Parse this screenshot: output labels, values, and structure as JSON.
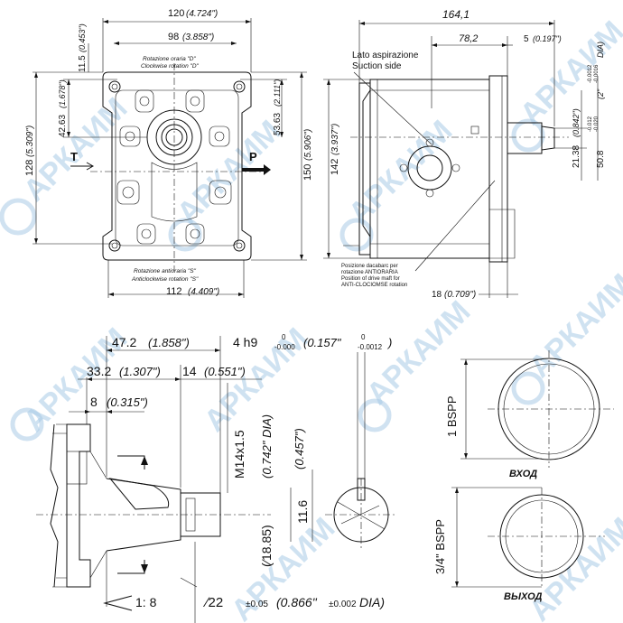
{
  "watermark": {
    "text": "АРКАИМ",
    "color": "#a9cbe6"
  },
  "front_view": {
    "width_label": "120",
    "width_label_in": "(4.724\")",
    "inner_width_label": "98",
    "inner_width_label_in": "(3.858\")",
    "bottom_width_label": "112",
    "bottom_width_label_in": "(4.409\")",
    "top_offset": "11.5",
    "top_offset_in": "(0.453\")",
    "h42": "42.63",
    "h42_in": "(1.678\")",
    "h128": "128",
    "h128_in": "(5.309\")",
    "h53": "53.63",
    "h53_in": "(2.111\")",
    "h150": "150",
    "h150_in": "(5.906\")",
    "rot_cw_it": "Rotazione oraria \"D\"",
    "rot_cw_en": "Clockwise rotation \"D\"",
    "rot_ccw_it": "Rotazione antioraria \"S\"",
    "rot_ccw_en": "Anticlockwise rotation \"S\"",
    "port_T": "T",
    "port_P": "P"
  },
  "side_view": {
    "total_len": "164,1",
    "len78": "78,2",
    "len5": "5",
    "len5_in": "(0.197\")",
    "suction_it": "Lato aspirazione",
    "suction_en": "Suction side",
    "h142": "142",
    "h142_in": "(3.937\")",
    "h21": "21.38",
    "h21_in": "(0.842\")",
    "dia508": "50.8",
    "dia_tol_upper": "-0.012",
    "dia_tol_lower": "-0.020",
    "dia_in": "(2\"",
    "dia_in_tol_upper": "-0.0012",
    "dia_in_tol_lower": "-0.0016",
    "dia_suffix": "DIA)",
    "note1": "Posizione dacabarc per",
    "note2": "rotazione ANTIORARIA",
    "note3": "Position of drive maft for",
    "note4": "ANTI-CLOCIOMSE rotation",
    "len18": "18",
    "len18_in": "(0.709\")"
  },
  "shaft_detail": {
    "len472": "47.2",
    "len472_in": "(1.858\")",
    "len332": "33.2",
    "len332_in": "(1.307\")",
    "len14": "14",
    "len14_in": "(0.551\")",
    "len8": "8",
    "len8_in": "(0.315\")",
    "key_label": "4 h9",
    "key_tol_upper": "0",
    "key_tol_lower": "-0.000",
    "key_in": "(0.157\"",
    "key_in_tol_upper": "0",
    "key_in_tol_lower": "-0.0012",
    "key_close": ")",
    "thread": "M14x1.5",
    "dia0742": "(0.742\" DIA)",
    "dia1885": "(∕18.85)",
    "h0457": "(0.457\")",
    "h116": "11.6",
    "taper": "1: 8",
    "dia22": "∕22",
    "dia22_tol": "±0.05",
    "dia22_in": "(0.866\"",
    "dia22_in_tol": "±0.002",
    "dia22_suffix": "DIA)"
  },
  "ports": {
    "inlet_size": "1 BSPP",
    "inlet_label": "ВХОД",
    "outlet_size": "3/4\" BSPP",
    "outlet_label": "ВЫХОД"
  }
}
